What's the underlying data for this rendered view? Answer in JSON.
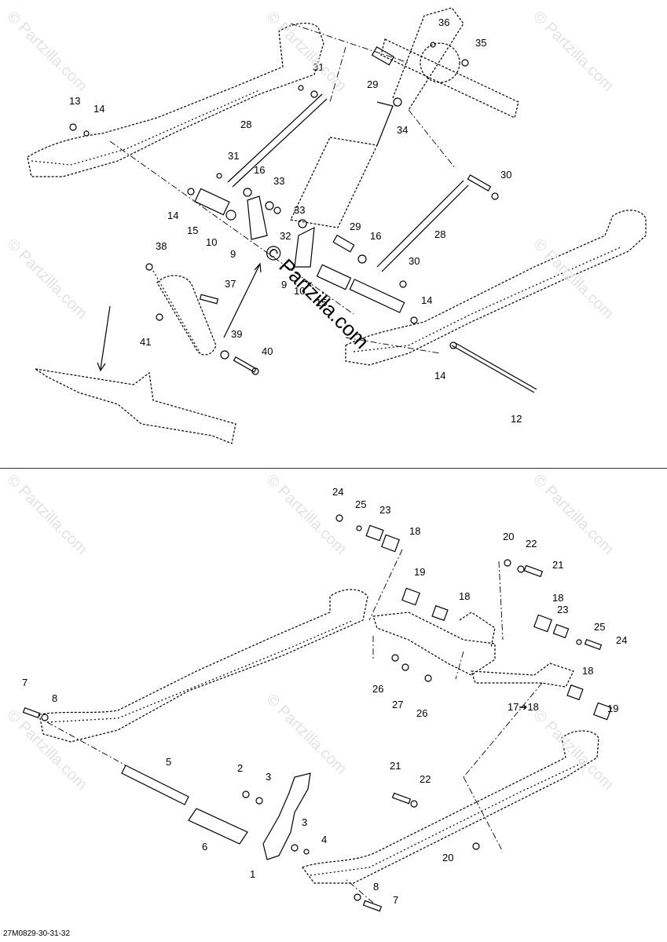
{
  "figure_code": "27M0829-30-31-32",
  "watermark": "© Partzilla.com",
  "callouts_top": [
    "36",
    "35",
    "31",
    "29",
    "34",
    "13",
    "14",
    "28",
    "31",
    "16",
    "33",
    "30",
    "14",
    "15",
    "10",
    "9",
    "33",
    "32",
    "29",
    "16",
    "28",
    "38",
    "9",
    "10",
    "30",
    "37",
    "15",
    "14",
    "41",
    "39",
    "40",
    "14",
    "12"
  ],
  "callouts_bottom": [
    "24",
    "25",
    "23",
    "18",
    "20",
    "22",
    "21",
    "19",
    "18",
    "18",
    "23",
    "25",
    "24",
    "26",
    "27",
    "26",
    "18",
    "17➔18",
    "19",
    "7",
    "8",
    "5",
    "2",
    "3",
    "3",
    "4",
    "6",
    "1",
    "21",
    "22",
    "20",
    "8",
    "7"
  ]
}
